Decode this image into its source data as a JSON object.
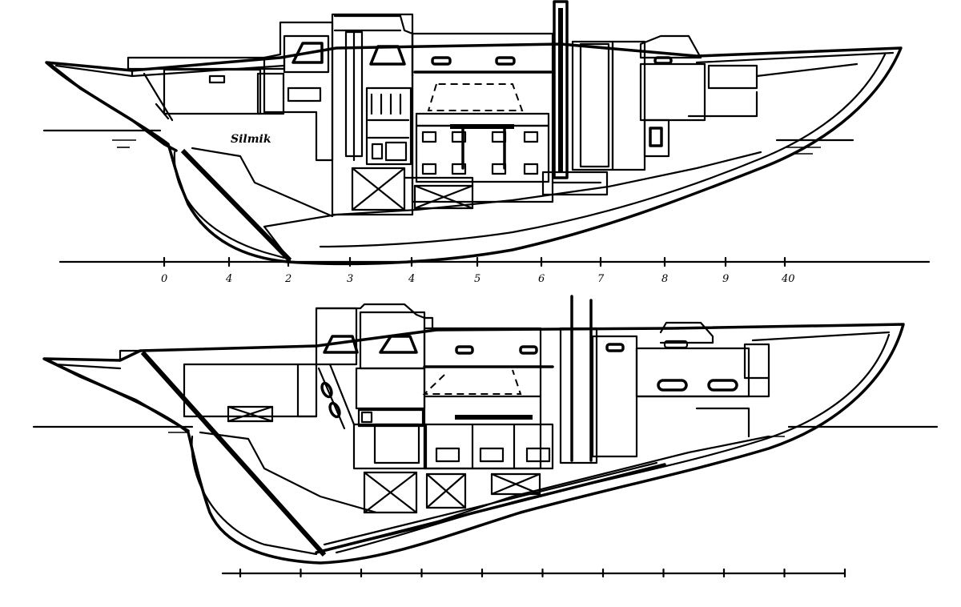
{
  "upper_drawing": {
    "boat_name": "Silmik",
    "bin_label": "",
    "scale_labels": [
      "0",
      "4",
      "2",
      "3",
      "4",
      "5",
      "6",
      "7",
      "8",
      "9",
      "40"
    ]
  },
  "lower_drawing": {
    "scale_tick_count": 11
  }
}
